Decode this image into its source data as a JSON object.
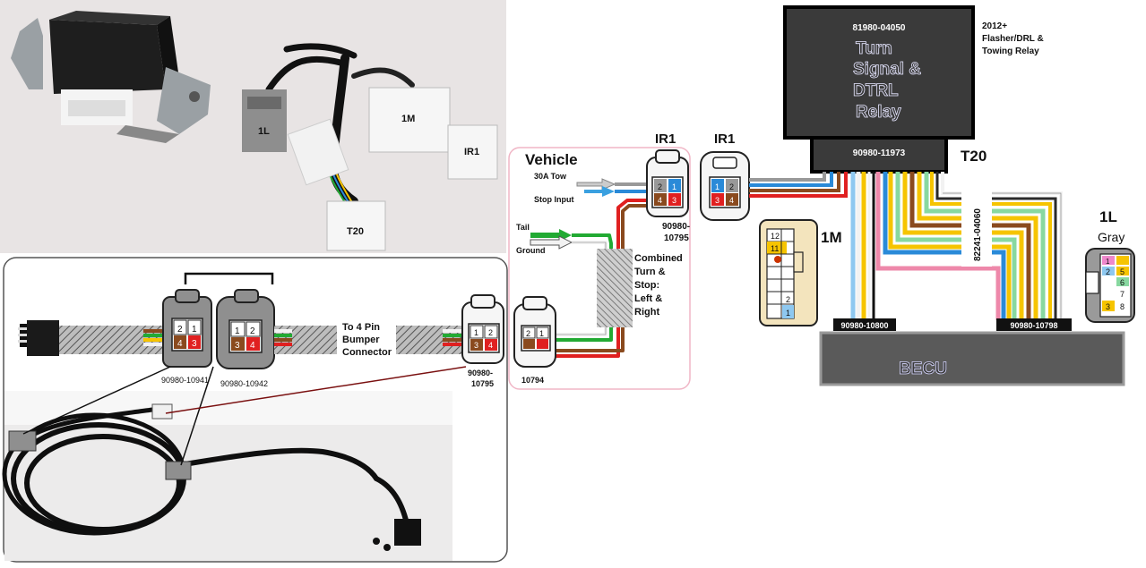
{
  "photo_top": {
    "connector_1l": "1L",
    "connector_1m": "1M",
    "connector_ir1": "IR1",
    "connector_t20": "T20"
  },
  "left_panel": {
    "harness_a_part": "90980-10941",
    "harness_b_part": "90980-10942",
    "bumper_text_1": "To 4 Pin",
    "bumper_text_2": "Bumper",
    "bumper_text_3": "Connector",
    "conn_right_part_1": "90980-",
    "conn_right_part_2": "10795"
  },
  "middle_panel": {
    "vehicle_label": "Vehicle",
    "tow_label": "30A Tow",
    "stop_input_label": "Stop Input",
    "tail_label": "Tail",
    "ground_label": "Ground",
    "ir1_label": "IR1",
    "ir1_part_1": "90980-",
    "ir1_part_2": "10795",
    "combined_1": "Combined",
    "combined_2": "Turn &",
    "combined_3": "Stop:",
    "combined_4": "Left &",
    "combined_5": "Right",
    "bottom_part": "10794"
  },
  "relay": {
    "part_number": "81980-04050",
    "line1": "Turn",
    "line2": "Signal &",
    "line3": "DTRL",
    "line4": "Relay",
    "subpart": "90980-11973",
    "note_1": "2012+",
    "note_2": "Flasher/DRL &",
    "note_3": "Towing Relay",
    "t20_label": "T20"
  },
  "right_panel": {
    "ir1_label": "IR1",
    "conn_1m_label": "1M",
    "conn_1l_label": "1L",
    "conn_1l_color": "Gray",
    "vertical_part": "82241-04060",
    "left_bar_part": "90980-10800",
    "right_bar_part": "90980-10798",
    "becu_label": "BECU"
  },
  "pins": {
    "one": "1",
    "two": "2",
    "three": "3",
    "four": "4",
    "five": "5",
    "six": "6",
    "seven": "7",
    "eight": "8",
    "eleven": "11",
    "twelve": "12"
  },
  "colors": {
    "wire_red": "#e02020",
    "wire_brown": "#8a4a1e",
    "wire_green": "#22aa33",
    "wire_blue": "#2a8ad8",
    "wire_yellow": "#f6c400",
    "wire_light_green": "#88d8a0",
    "wire_pink": "#ee88aa",
    "wire_light_blue": "#8ec8f0",
    "relay_fill": "#3a3a3a",
    "becu_fill": "#5a5a5a",
    "connector_tan": "#f3e4bd"
  }
}
